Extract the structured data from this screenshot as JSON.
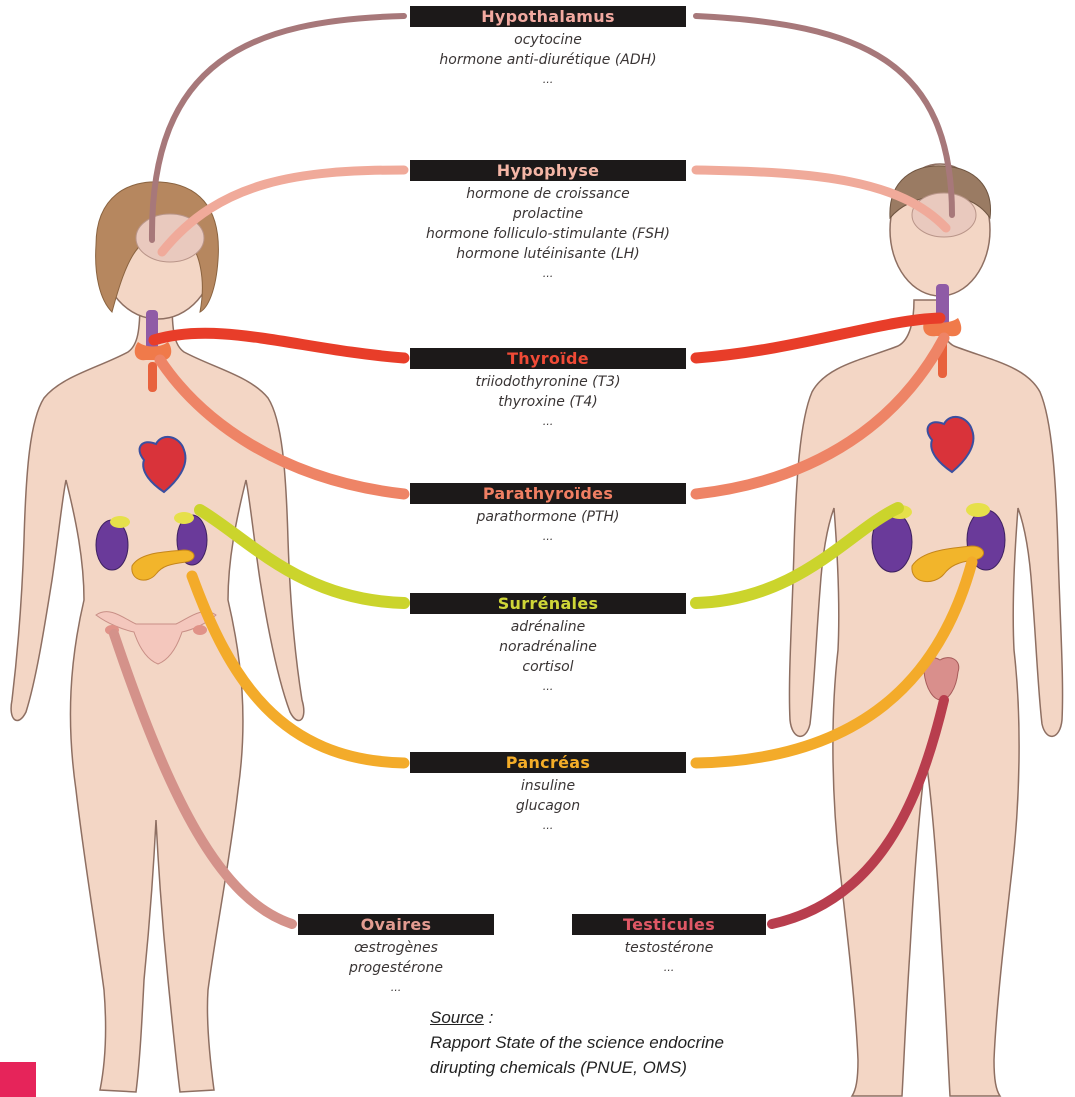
{
  "colors": {
    "title_bg": "#1c1919",
    "skin": "#f3d6c5",
    "skin_outline": "#8e6f62",
    "hair_female": "#b6875f",
    "hair_male": "#9a7b63"
  },
  "glands": [
    {
      "id": "hypothalamus",
      "title": "Hypothalamus",
      "title_color": "#f2a9a0",
      "connector_color": "#a7787a",
      "hormones": [
        "ocytocine",
        "hormone anti-diurétique (ADH)",
        "..."
      ]
    },
    {
      "id": "hypophyse",
      "title": "Hypophyse",
      "title_color": "#f4b6a6",
      "connector_color": "#f0aa9a",
      "hormones": [
        "hormone de croissance",
        "prolactine",
        "hormone folliculo-stimulante (FSH)",
        "hormone lutéinisante (LH)",
        "..."
      ]
    },
    {
      "id": "thyroide",
      "title": "Thyroïde",
      "title_color": "#ef4a36",
      "connector_color": "#e83d29",
      "hormones": [
        "triiodothyronine (T3)",
        "thyroxine (T4)",
        "..."
      ]
    },
    {
      "id": "parathyroides",
      "title": "Parathyroïdes",
      "title_color": "#f07f63",
      "connector_color": "#ee8466",
      "hormones": [
        "parathormone (PTH)",
        "..."
      ]
    },
    {
      "id": "surrenales",
      "title": "Surrénales",
      "title_color": "#cfd638",
      "connector_color": "#cbd42c",
      "hormones": [
        "adrénaline",
        "noradrénaline",
        "cortisol",
        "..."
      ]
    },
    {
      "id": "pancreas",
      "title": "Pancréas",
      "title_color": "#f4ad28",
      "connector_color": "#f3ab2a",
      "hormones": [
        "insuline",
        "glucagon",
        "..."
      ]
    },
    {
      "id": "ovaires",
      "title": "Ovaires",
      "title_color": "#e39c91",
      "connector_color": "#d4928a",
      "hormones": [
        "œstrogènes",
        "progestérone",
        "..."
      ]
    },
    {
      "id": "testicules",
      "title": "Testicules",
      "title_color": "#e05866",
      "connector_color": "#b83e4e",
      "hormones": [
        "testostérone",
        "..."
      ]
    }
  ],
  "source": {
    "label": "Source",
    "suffix": " :",
    "line1": "Rapport State of the science endocrine",
    "line2": "dirupting chemicals (PNUE, OMS)"
  }
}
